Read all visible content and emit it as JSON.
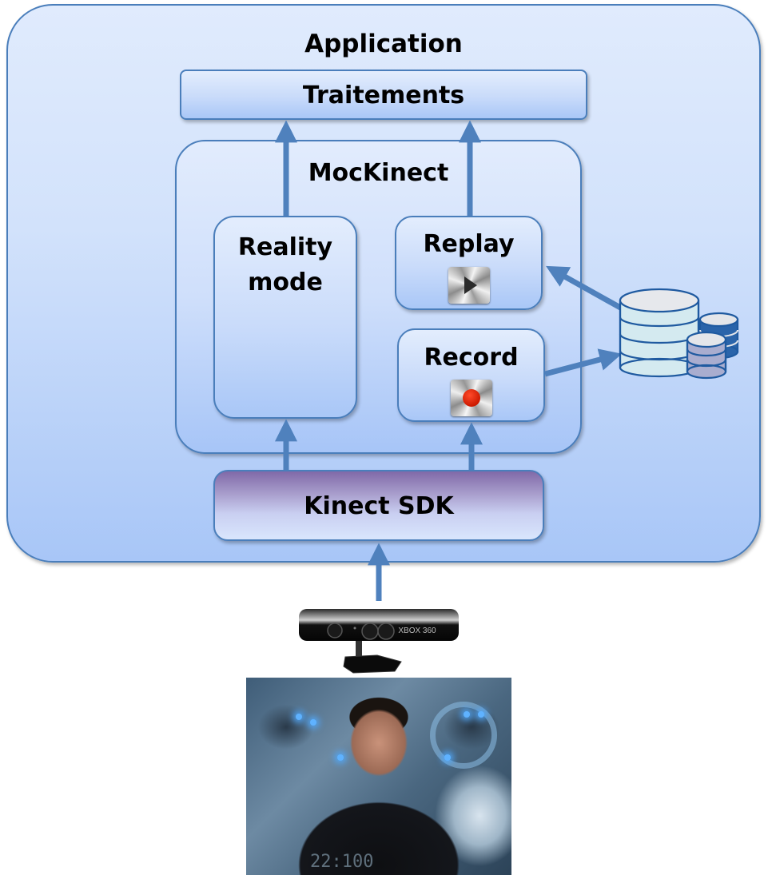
{
  "diagram": {
    "application": {
      "title": "Application"
    },
    "traitements": {
      "label": "Traitements"
    },
    "mockinect": {
      "title": "MocKinect",
      "reality_mode": {
        "label": "Reality\nmode",
        "line1": "Reality",
        "line2": "mode"
      },
      "replay": {
        "label": "Replay",
        "icon": "play-icon"
      },
      "record": {
        "label": "Record",
        "icon": "record-icon"
      }
    },
    "kinect_sdk": {
      "label": "Kinect SDK"
    },
    "storage": {
      "icon": "database-icon"
    },
    "sensor": {
      "icon": "kinect-sensor-image",
      "brand_text": "XBOX 360"
    },
    "photo": {
      "description": "person-gesturing-at-holographic-interface",
      "overlay_digits": "22:100"
    },
    "edges": [
      {
        "from": "reality-mode",
        "to": "traitements"
      },
      {
        "from": "replay",
        "to": "traitements"
      },
      {
        "from": "kinect-sdk",
        "to": "reality-mode"
      },
      {
        "from": "kinect-sdk",
        "to": "record"
      },
      {
        "from": "database",
        "to": "replay"
      },
      {
        "from": "record",
        "to": "database"
      },
      {
        "from": "kinect-sensor",
        "to": "kinect-sdk"
      }
    ],
    "colors": {
      "border": "#4a7ebb",
      "arrow": "#4f81bd",
      "box_top": "#e0ebfd",
      "box_bottom": "#a8c6f7",
      "sdk_top": "#8069a8",
      "record_dot": "#cc1a00"
    }
  }
}
